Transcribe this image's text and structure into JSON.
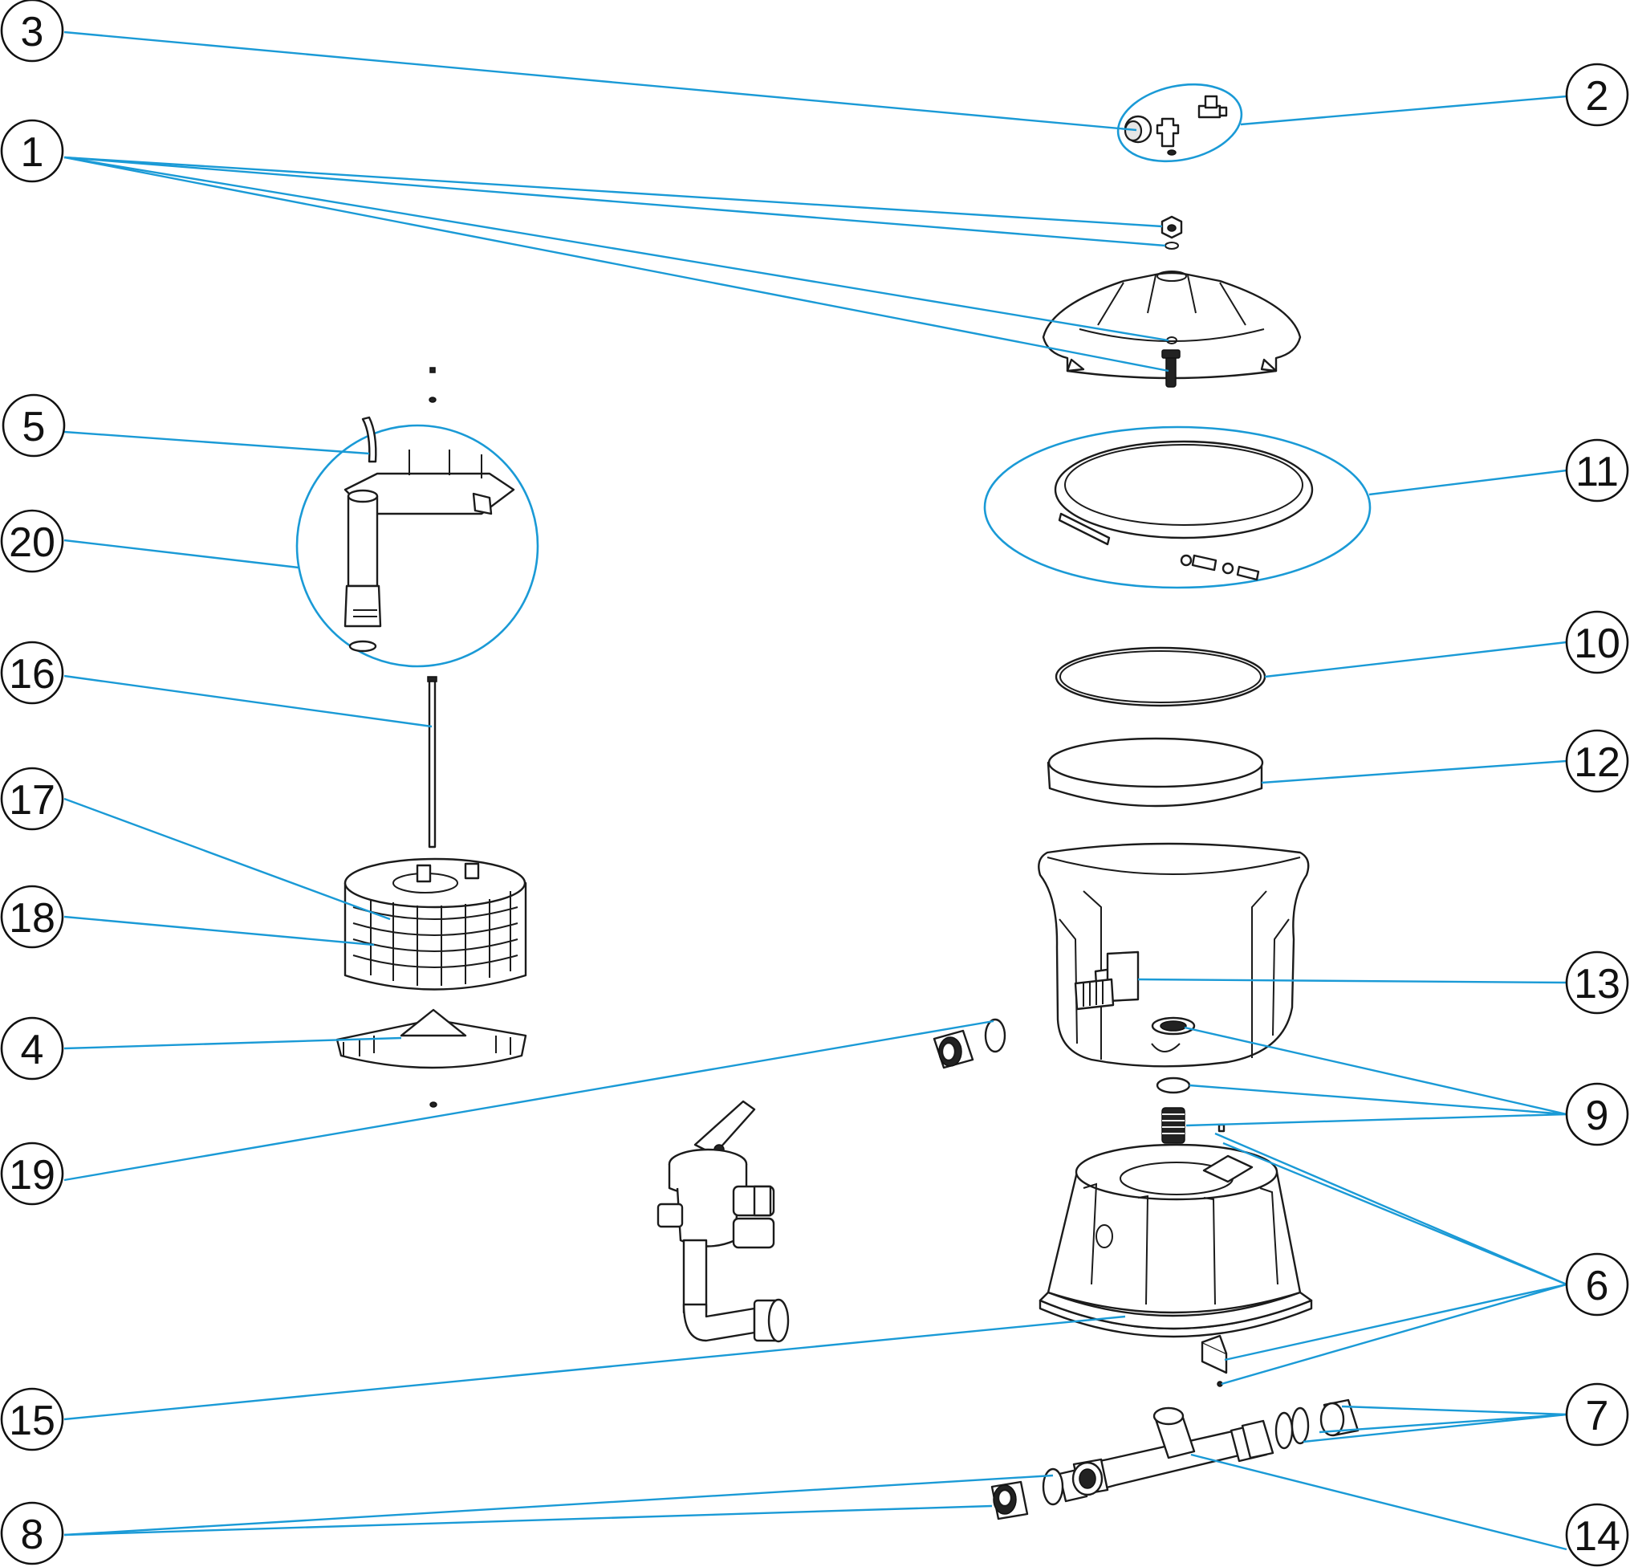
{
  "callouts": {
    "c1": "1",
    "c2": "2",
    "c3": "3",
    "c4": "4",
    "c5": "5",
    "c6": "6",
    "c7": "7",
    "c8": "8",
    "c9": "9",
    "c10": "10",
    "c11": "11",
    "c12": "12",
    "c13": "13",
    "c14": "14",
    "c15": "15",
    "c16": "16",
    "c17": "17",
    "c18": "18",
    "c19": "19",
    "c20": "20"
  },
  "colors": {
    "leader": "#1a9ad6",
    "outline": "#1b1b1b"
  }
}
